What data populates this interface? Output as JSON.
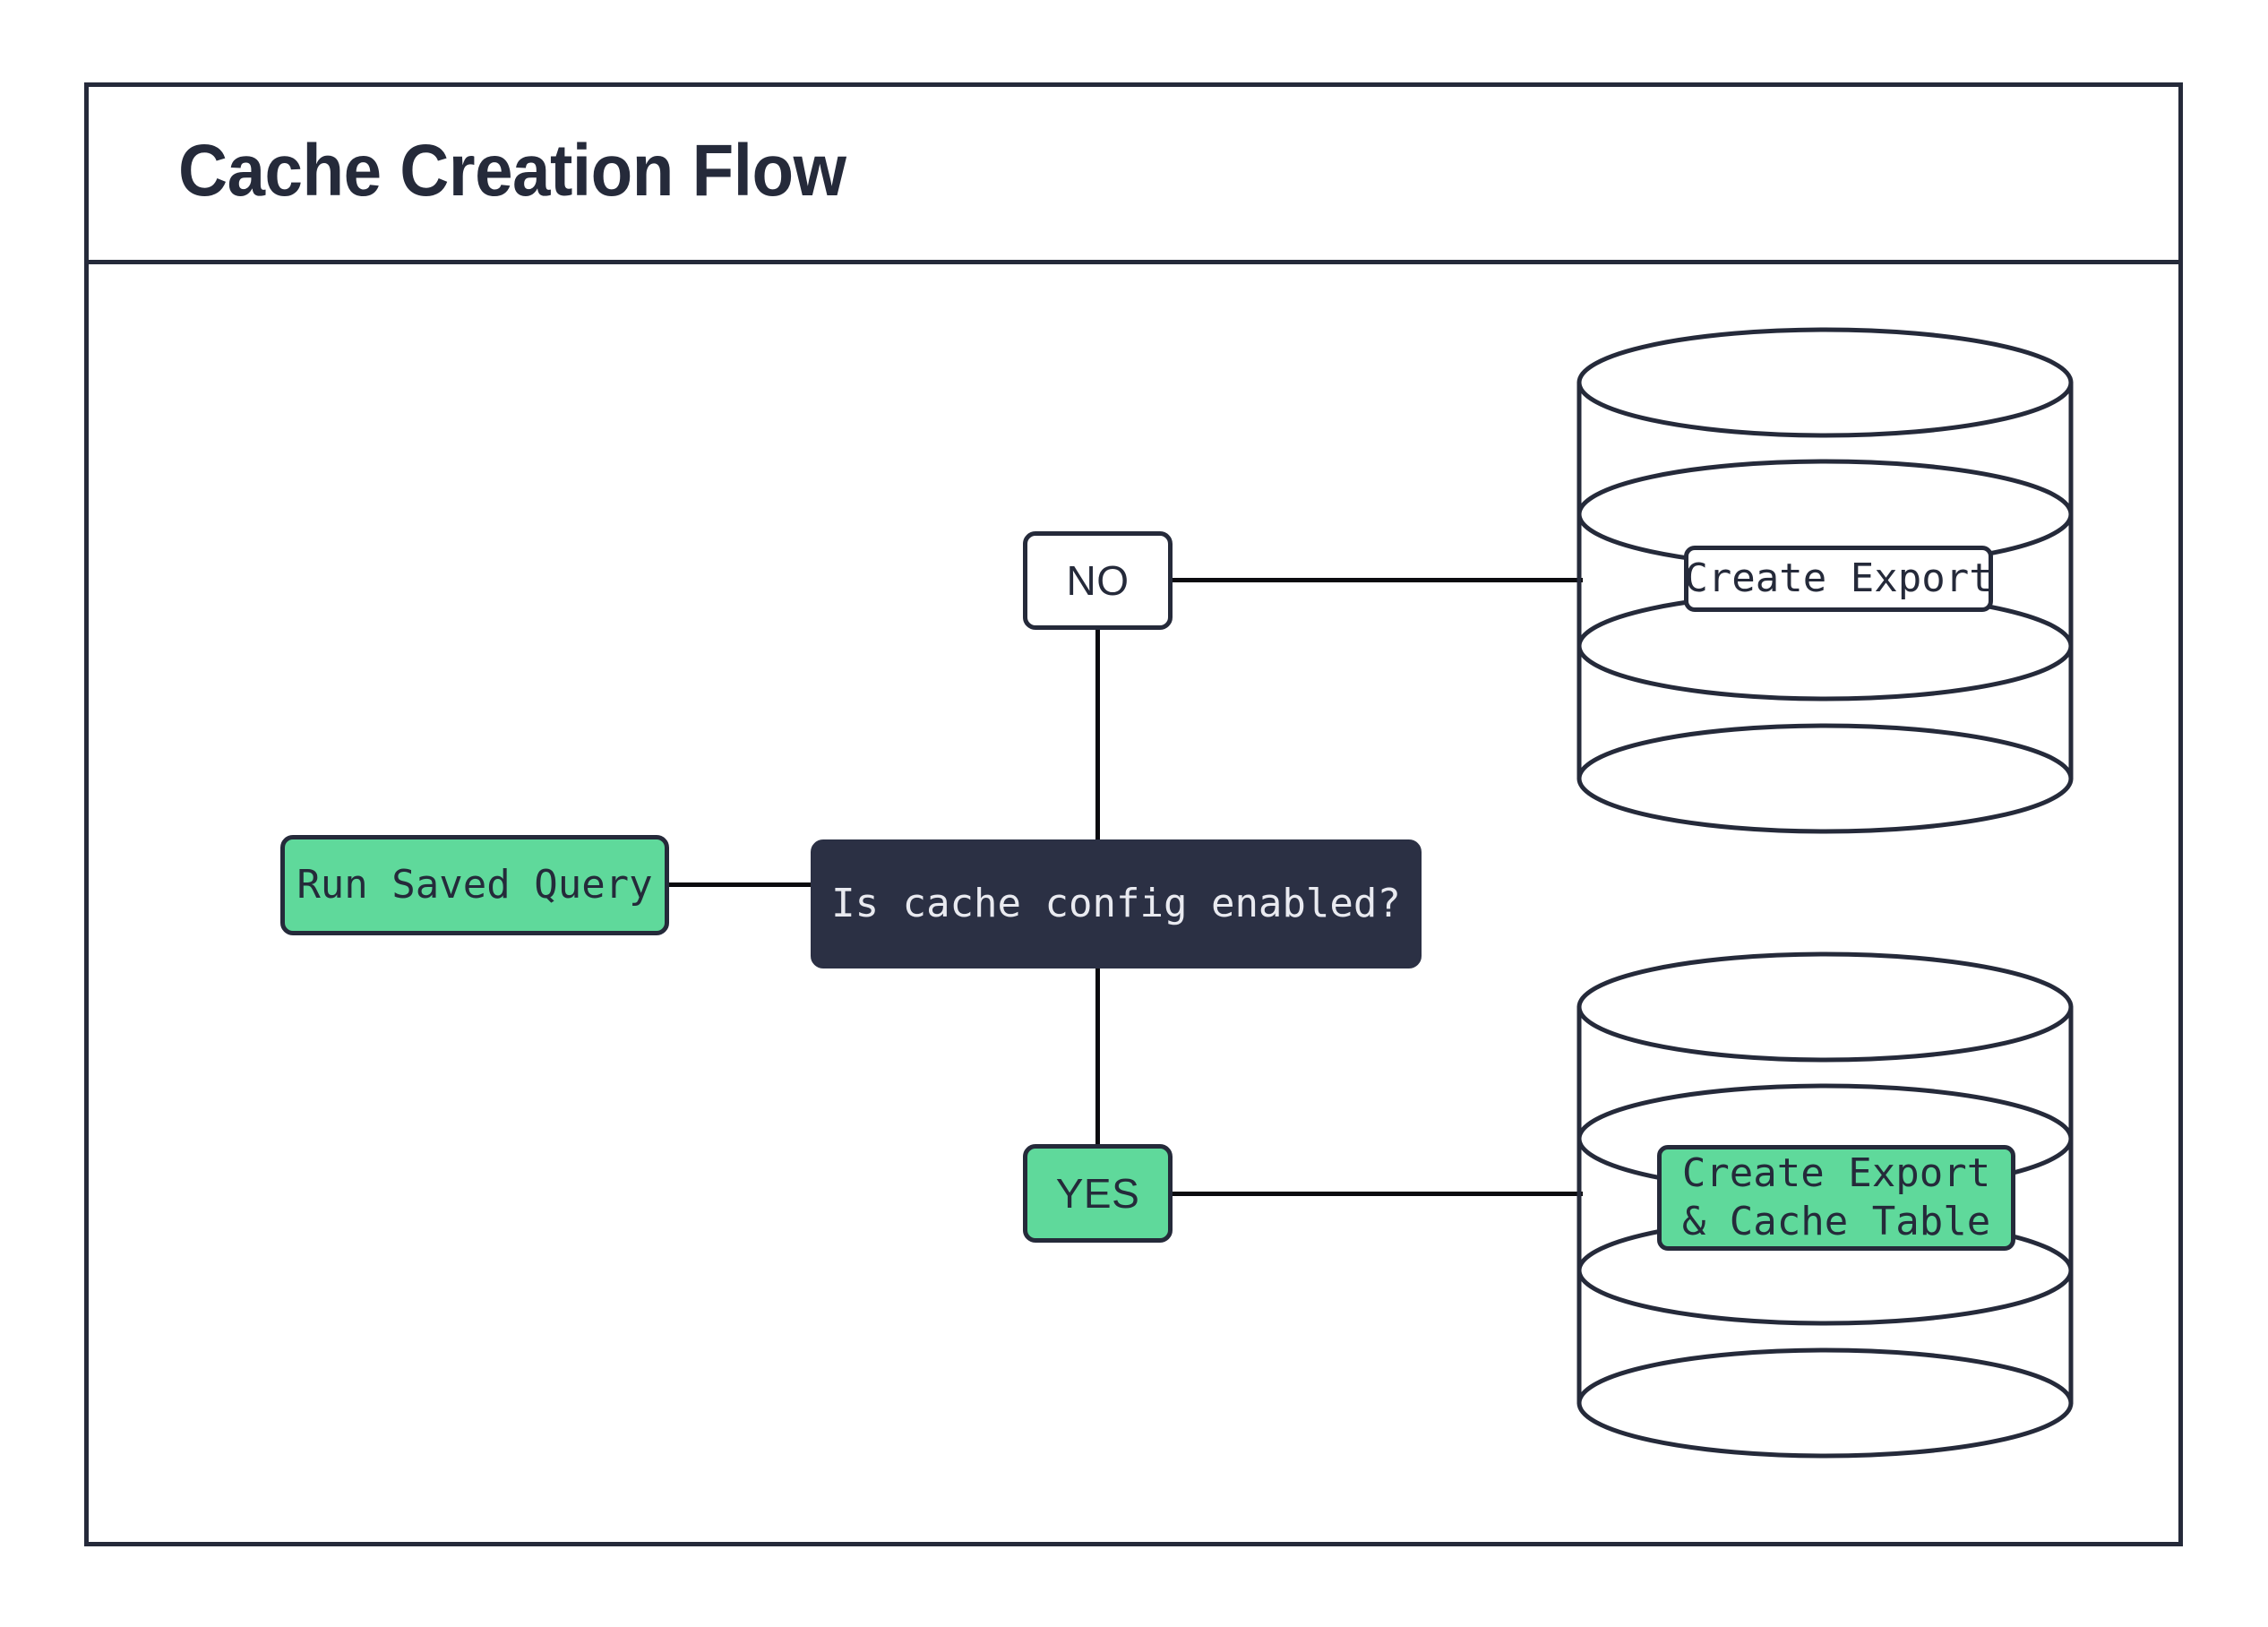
{
  "page": {
    "title": "Cache Creation Flow",
    "background": "#ffffff"
  },
  "colors": {
    "ink": "#252a3a",
    "accent_green": "#5fd99b",
    "decision_bg": "#2b3044",
    "decision_text": "#e9eaf0",
    "line": "#0b0b0f",
    "surface": "#ffffff"
  },
  "flow": {
    "start": {
      "id": "run-saved-query",
      "label": "Run Saved Query",
      "shape": "rounded-rect",
      "fill": "accent_green"
    },
    "decision": {
      "id": "is-cache-config-enabled",
      "label": "Is cache config enabled?",
      "shape": "rounded-rect",
      "fill": "decision_bg"
    },
    "branches": [
      {
        "id": "branch-no",
        "label": "NO",
        "fill": "surface",
        "target_label": "Create Export",
        "target_shape": "database-cylinder",
        "target_fill": "surface"
      },
      {
        "id": "branch-yes",
        "label": "YES",
        "fill": "accent_green",
        "target_label": "Create Export\n& Cache Table",
        "target_shape": "database-cylinder",
        "target_fill": "accent_green"
      }
    ],
    "outputs": [
      {
        "id": "db-create-export",
        "label": "Create Export",
        "line1": "Create Export",
        "line2": ""
      },
      {
        "id": "db-create-export-cache-table",
        "label": "Create Export & Cache Table",
        "line1": "Create Export",
        "line2": "& Cache Table"
      }
    ]
  }
}
